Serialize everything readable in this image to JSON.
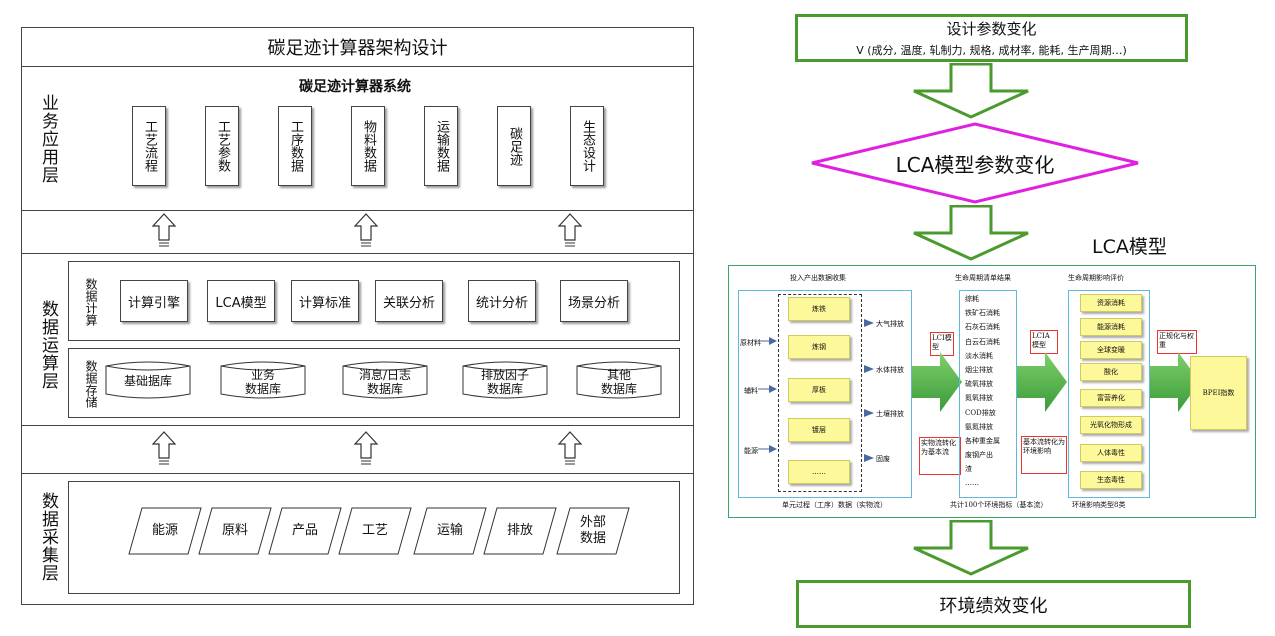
{
  "left": {
    "title": "碳足迹计算器架构设计",
    "layers": {
      "app": "业务应用层",
      "calc": "数据运算层",
      "collect": "数据采集层"
    },
    "system_title": "碳足迹计算器系统",
    "app_items": [
      "工艺流程",
      "工艺参数",
      "工序数据",
      "物料数据",
      "运输数据",
      "碳足迹",
      "生态设计"
    ],
    "calc_label": "数据计算",
    "calc_items": [
      "计算引擎",
      "LCA模型",
      "计算标准",
      "关联分析",
      "统计分析",
      "场景分析"
    ],
    "store_label": "数据存储",
    "store_items": [
      {
        "l1": "基础据库",
        "l2": ""
      },
      {
        "l1": "业务",
        "l2": "数据库"
      },
      {
        "l1": "消息/日志",
        "l2": "数据库"
      },
      {
        "l1": "排放因子",
        "l2": "数据库"
      },
      {
        "l1": "其他",
        "l2": "数据库"
      }
    ],
    "collect_items": [
      {
        "l1": "能源",
        "l2": ""
      },
      {
        "l1": "原料",
        "l2": ""
      },
      {
        "l1": "产品",
        "l2": ""
      },
      {
        "l1": "工艺",
        "l2": ""
      },
      {
        "l1": "运输",
        "l2": ""
      },
      {
        "l1": "排放",
        "l2": ""
      },
      {
        "l1": "外部",
        "l2": "数据"
      }
    ]
  },
  "right": {
    "top_title": "设计参数变化",
    "top_sub": "V (成分, 温度, 轧制力, 规格, 成材率, 能耗, 生产周期…)",
    "diamond": "LCA模型参数变化",
    "model_label": "LCA模型",
    "bottom": "环境绩效变化",
    "inner": {
      "h1": "投入产出数据收集",
      "h2": "生命周期清单结果",
      "h3": "生命周期影响评价",
      "inputs": [
        "原材料",
        "辅料",
        "能源"
      ],
      "process": [
        "炼铁",
        "炼钢",
        "厚板",
        "镀层",
        "……"
      ],
      "outputs": [
        "大气排放",
        "水体排放",
        "土壤排放",
        "固废"
      ],
      "lci_tag": "LCI模型",
      "lcia_tag": "LCIA模型",
      "convert1": "实物流转化为基本流",
      "convert2": "基本流转化为环境影响",
      "inventory": [
        "综耗",
        "铁矿石消耗",
        "石灰石消耗",
        "白云石消耗",
        "淡水消耗",
        "烟尘排放",
        "硫氧排放",
        "氮氧排放",
        "COD排放",
        "氨氮排放",
        "各种重金属",
        "废钢产出",
        "渣",
        "……"
      ],
      "impacts": [
        "资源消耗",
        "能源消耗",
        "全球变暖",
        "酸化",
        "富营养化",
        "光氧化物形成",
        "人体毒性",
        "生态毒性"
      ],
      "normalize": "正规化与权重",
      "bpei": "BPEI指数",
      "foot1": "单元过程（工序）数据（实物流）",
      "foot2": "共计100个环境指标（基本流）",
      "foot3": "环境影响类型8类"
    }
  }
}
